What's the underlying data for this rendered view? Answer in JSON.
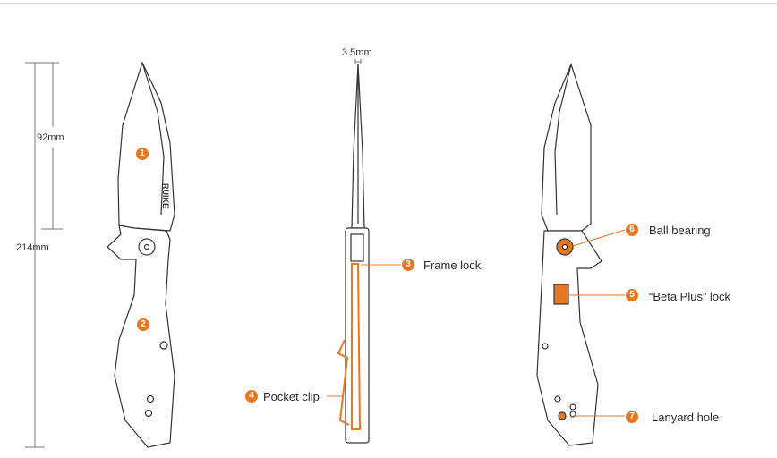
{
  "dimensions": {
    "blade_length": "92mm",
    "overall_length": "214mm",
    "blade_thickness": "3.5mm"
  },
  "logo_text": "RUIKE",
  "callouts": [
    {
      "number": "1",
      "label": ""
    },
    {
      "number": "2",
      "label": ""
    },
    {
      "number": "3",
      "label": "Frame lock"
    },
    {
      "number": "4",
      "label": "Pocket clip"
    },
    {
      "number": "5",
      "label": "“Beta Plus” lock"
    },
    {
      "number": "6",
      "label": "Ball bearing"
    },
    {
      "number": "7",
      "label": "Lanyard hole"
    }
  ],
  "colors": {
    "accent": "#e87722",
    "line": "#444444"
  }
}
